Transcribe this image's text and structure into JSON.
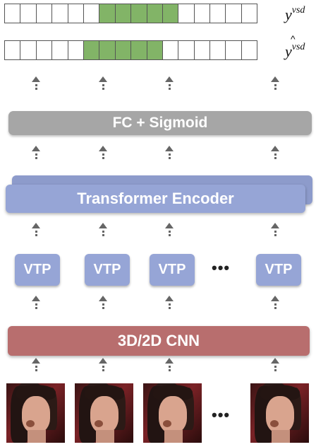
{
  "sequences": {
    "ground_truth": {
      "label": "y",
      "superscript": "vsd",
      "cell_count": 16,
      "highlighted": [
        6,
        7,
        8,
        9,
        10
      ]
    },
    "prediction": {
      "label": "y",
      "hat": "^",
      "superscript": "vsd",
      "cell_count": 16,
      "highlighted": [
        5,
        6,
        7,
        8,
        9
      ]
    }
  },
  "blocks": {
    "fc": "FC + Sigmoid",
    "encoder": "Transformer Encoder",
    "vtp": [
      "VTP",
      "VTP",
      "VTP",
      "VTP"
    ],
    "cnn": "3D/2D CNN"
  },
  "ellipsis": "•••",
  "colors": {
    "highlight": "#82b467",
    "fc": "#a6a6a6",
    "encoder": "#96a5d6",
    "vtp": "#96a5d6",
    "cnn": "#b86e6e"
  }
}
